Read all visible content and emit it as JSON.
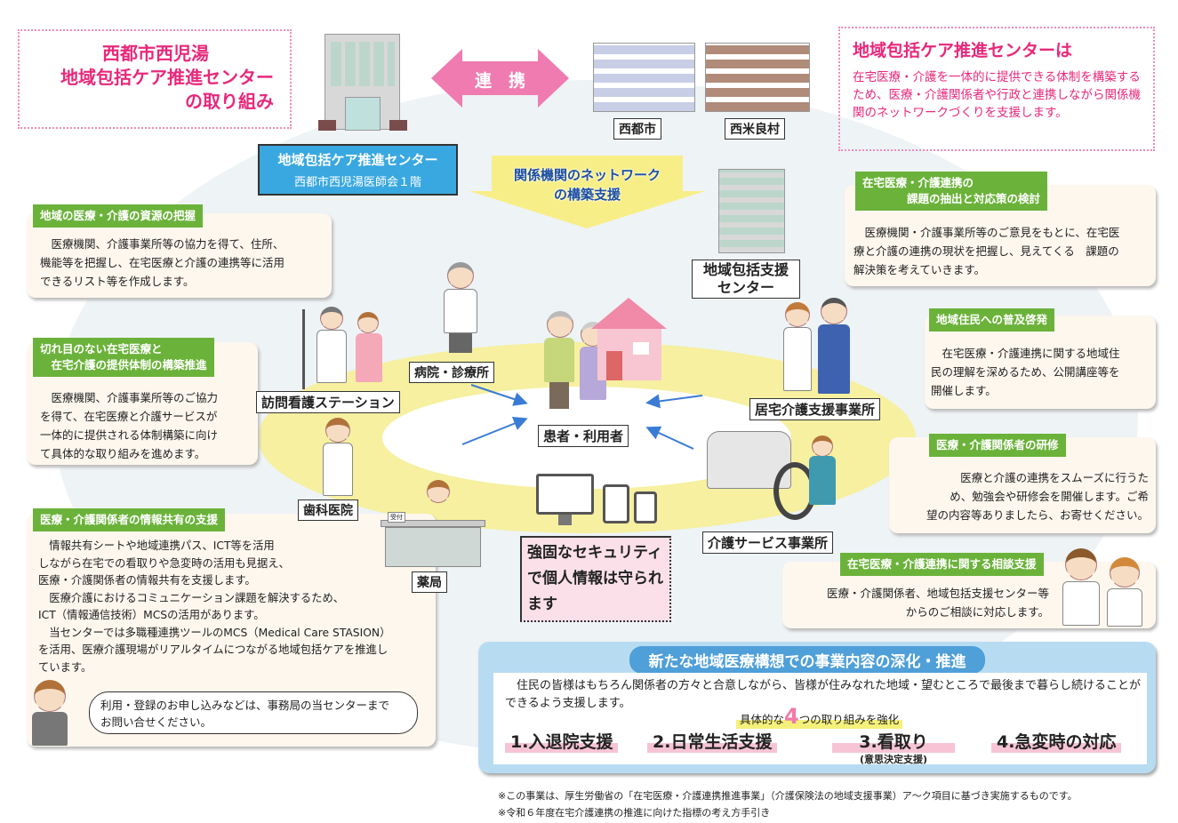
{
  "title": {
    "line1": "西都市西児湯",
    "line2": "地域包括ケア推進センター",
    "line3": "の取り組み"
  },
  "link_arrow": "連　携",
  "partners": [
    "西都市",
    "西米良村"
  ],
  "about": {
    "heading": "地域包括ケア推進センターは",
    "text": "在宅医療・介護を一体的に提供できる体制を構築するため、医療・介護関係者や行政と連携しながら関係機関のネットワークづくりを支援します。"
  },
  "center": {
    "name": "地域包括ケア推進センター",
    "location": "西都市西児湯医師会１階"
  },
  "network_arrow": "関係機関のネットワーク\nの構築支援",
  "support_center": "地域包括支援\nセンター",
  "left_cards": [
    {
      "label": "地域の医療・介護の資源の把握",
      "text": "　医療機関、介護事業所等の協力を得て、住所、\n機能等を把握し、在宅医療と介護の連携等に活用\nできるリスト等を作成します。"
    },
    {
      "label": "切れ目のない在宅医療と\n　在宅介護の提供体制の構築推進",
      "text": "　医療機関、介護事業所等のご協力\nを得て、在宅医療と介護サービスが\n一体的に提供される体制構築に向け\nて具体的な取り組みを進めます。"
    },
    {
      "label": "医療・介護関係者の情報共有の支援",
      "text": "　情報共有シートや地域連携パス、ICT等を活用\nしながら在宅での看取りや急変時の活用も見据え、\n医療・介護関係者の情報共有を支援します。\n　医療介護におけるコミュニケーション課題を解決するため、\nICT（情報通信技術）MCSの活用があります。\n　当センターでは多職種連携ツールのMCS（Medical Care STASION）\nを活用、医療介護現場がリアルタイムにつながる地域包括ケアを推進し\nています。"
    }
  ],
  "speech": "利用・登録のお申し込みなどは、事務局の当センターまで\nお問い合せください。",
  "right_cards": [
    {
      "label": "在宅医療・介護連携の\n　　　　課題の抽出と対応策の検討",
      "text": "　医療機関・介護事業所等のご意見をもとに、在宅医\n療と介護の連携の現状を把握し、見えてくる　課題の\n解決策を考えていきます。"
    },
    {
      "label": "地域住民への普及啓発",
      "text": "　在宅医療・介護連携に関する地域住\n民の理解を深めるため、公開講座等を\n開催します。"
    },
    {
      "label": "医療・介護関係者の研修",
      "text": "　医療と介護の連携をスムーズに行うた\nめ、勉強会や研修会を開催します。ご希\n望の内容等ありましたら、お寄せください。"
    },
    {
      "label": "在宅医療・介護連携に関する相談支援",
      "text": "医療・介護関係者、地域包括支援センター等\nからのご相談に対応します。"
    }
  ],
  "diagram": {
    "hospital": "病院・診療所",
    "nursing": "訪問看護ステーション",
    "patient": "患者・利用者",
    "care_support": "居宅介護支援事業所",
    "dental": "歯科医院",
    "pharmacy": "薬局",
    "care_service": "介護サービス事業所",
    "reception_sign": "受付"
  },
  "security": "強固なセキュリティで個人情報は守られます",
  "vision": {
    "title": "新たな地域医療構想での事業内容の深化・推進",
    "text": "　住民の皆様はもちろん関係者の方々と合意しながら、皆様が住みなれた地域・望むところで最後まで暮らし続けることができるよう支援します。",
    "subhead_pre": "具体的な",
    "subhead_num": "4",
    "subhead_post": "つの取り組みを強化",
    "items": [
      "1.入退院支援",
      "2.日常生活支援",
      "3.看取り",
      "4.急変時の対応"
    ],
    "item3_note": "(意思決定支援)"
  },
  "footnotes": [
    "※この事業は、厚生労働省の「在宅医療・介護連携推進事業」（介護保険法の地域支援事業）ア～ク項目に基づき実施するものです。",
    "※令和６年度在宅介護連携の推進に向けた指標の考え方手引き"
  ],
  "colors": {
    "pink": "#e8287a",
    "green": "#6bb23a",
    "blue": "#3aa8e0",
    "yellow": "#f6f0a0"
  }
}
